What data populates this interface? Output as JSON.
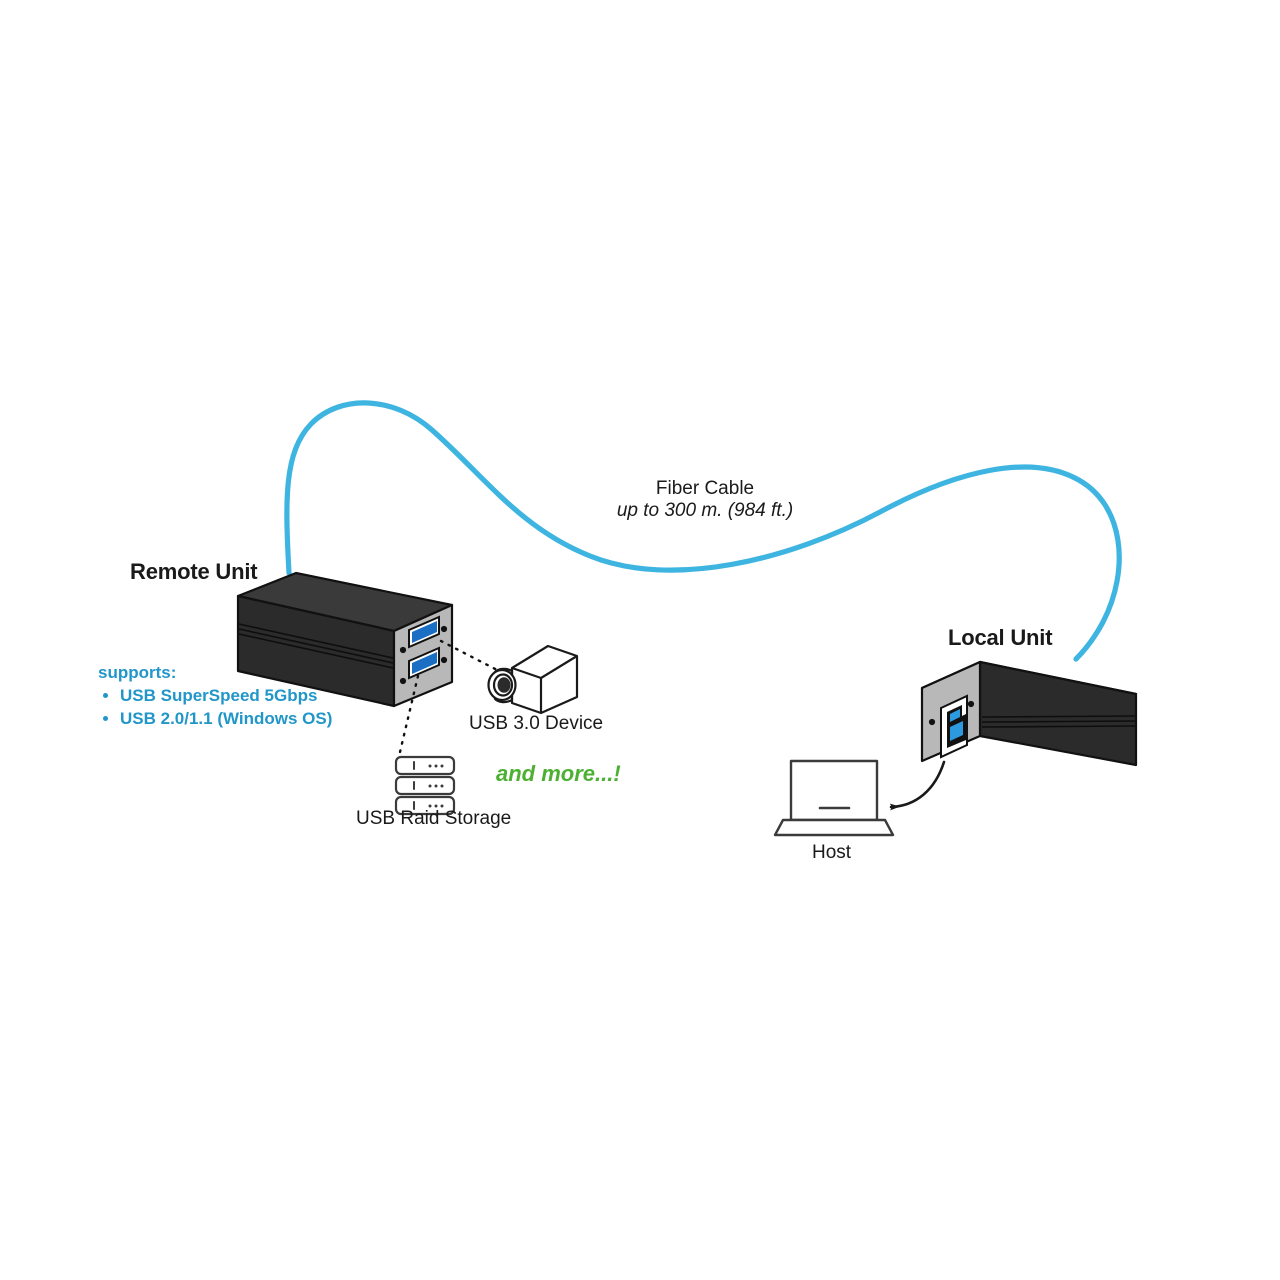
{
  "diagram": {
    "background_color": "#ffffff",
    "accent_cyan": "#3eb4e0",
    "accent_blue": "#2196c9",
    "accent_green": "#4cb033",
    "usb_port_blue": "#1a6fc4",
    "panel_gray": "#b4b4b4",
    "box_black": "#2b2b2b"
  },
  "fiber_cable": {
    "title": "Fiber Cable",
    "distance": "up to 300 m. (984 ft.)"
  },
  "remote_unit": {
    "label": "Remote Unit",
    "port_count": 2,
    "port_type": "USB 3.0 Type-A"
  },
  "local_unit": {
    "label": "Local Unit",
    "port_count": 1,
    "port_type": "USB 3.0 Type-B"
  },
  "supports": {
    "title": "supports:",
    "items": [
      "USB SuperSpeed 5Gbps",
      "USB 2.0/1.1 (Windows OS)"
    ]
  },
  "devices": {
    "camera": {
      "label": "USB 3.0 Device"
    },
    "raid": {
      "label": "USB Raid Storage"
    },
    "host": {
      "label": "Host"
    },
    "more": {
      "label": "and more...!"
    }
  }
}
